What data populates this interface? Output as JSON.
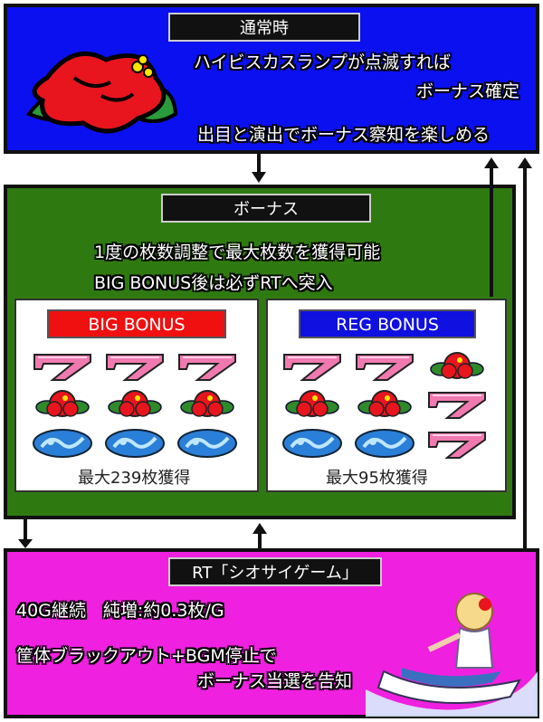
{
  "normal": {
    "title": "通常時",
    "line1": "ハイビスカスランプが点滅すれば",
    "line2": "ボーナス確定",
    "line3": "出目と演出でボーナス察知を楽しめる"
  },
  "bonus": {
    "title": "ボーナス",
    "line1": "1度の枚数調整で最大枚数を獲得可能",
    "line2": "BIG BONUS後は必ずRTへ突入",
    "big": {
      "label": "BIG BONUS",
      "caption": "最大239枚獲得"
    },
    "reg": {
      "label": "REG BONUS",
      "caption": "最大95枚獲得"
    }
  },
  "rt": {
    "title": "RT「シオサイゲーム」",
    "line1": "40G継続　純増:約0.3枚/G",
    "line2": "筐体ブラックアウト+BGM停止で",
    "line3": "ボーナス当選を告知"
  },
  "colors": {
    "normal_bg": "#0a10f0",
    "bonus_bg": "#2f7a10",
    "rt_bg": "#f020e0",
    "big_badge": "#f01010",
    "reg_badge": "#1010e0"
  }
}
